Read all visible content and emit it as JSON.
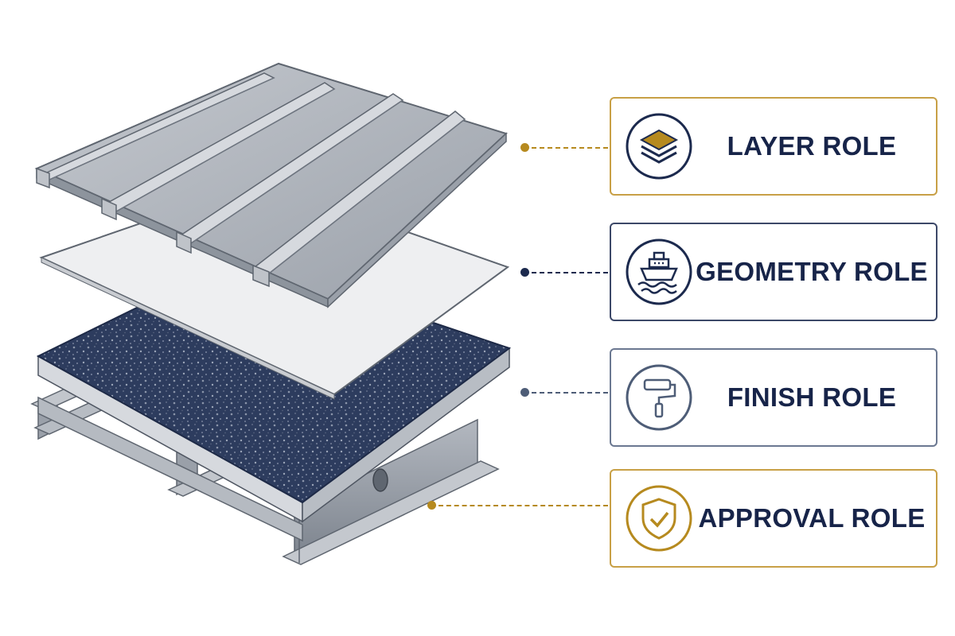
{
  "roles": [
    {
      "label": "LAYER ROLE",
      "icon": "layers-icon",
      "accent": "#b68a1f"
    },
    {
      "label": "GEOMETRY ROLE",
      "icon": "ship-icon",
      "accent": "#1c2a4e"
    },
    {
      "label": "FINISH ROLE",
      "icon": "paint-roller-icon",
      "accent": "#4e5d77"
    },
    {
      "label": "APPROVAL ROLE",
      "icon": "shield-check-icon",
      "accent": "#b68a1f"
    }
  ],
  "colors": {
    "text": "#172449",
    "steel": "#a7adb6",
    "steel_dark": "#6f7681",
    "membrane": "#ecedef",
    "concrete": "#2b3a5c"
  }
}
